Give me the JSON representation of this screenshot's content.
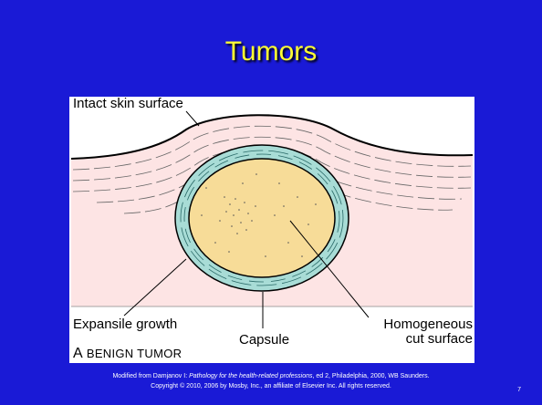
{
  "slide": {
    "title": "Tumors",
    "number": "7",
    "background_color": "#1a1ad6",
    "title_color": "#ffff33"
  },
  "figure": {
    "labels": {
      "skin_surface": "Intact skin surface",
      "expansile_growth": "Expansile growth",
      "capsule": "Capsule",
      "homogeneous_line1": "Homogeneous",
      "homogeneous_line2": "cut surface"
    },
    "caption_letter": "A",
    "caption_text": "BENIGN TUMOR",
    "colors": {
      "tissue": "#fde4e4",
      "capsule": "#a8dcd6",
      "tumor": "#f7dc98"
    }
  },
  "footer": {
    "line1_prefix": "Modified from Damjanov I: ",
    "line1_italic": "Pathology for the health-related professions",
    "line1_suffix": ", ed 2, Philadelphia, 2000, WB Saunders.",
    "line2": "Copyright © 2010, 2006 by Mosby, Inc., an affiliate of Elsevier Inc. All rights reserved."
  }
}
